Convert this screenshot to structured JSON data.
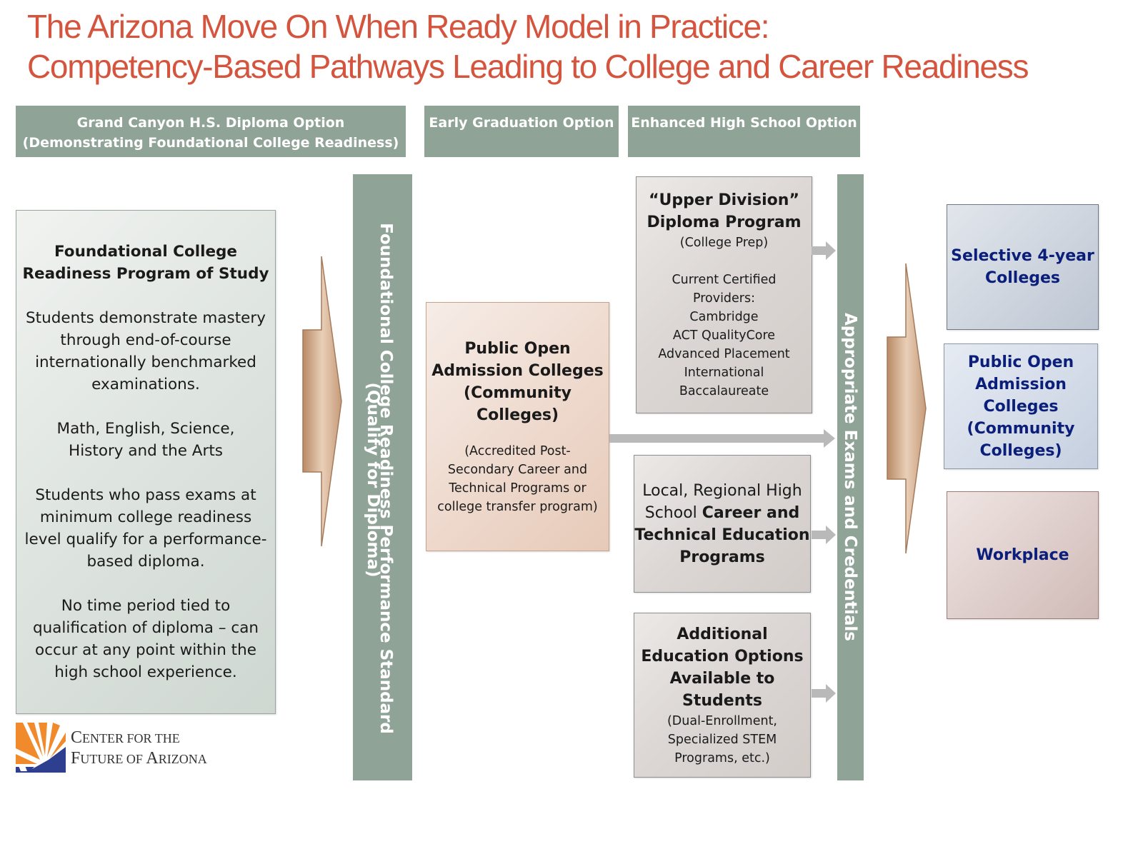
{
  "title": {
    "line1": "The Arizona Move On When Ready Model in Practice:",
    "line2": "Competency-Based Pathways Leading to College and Career Readiness"
  },
  "headers": {
    "grand_canyon": {
      "line1": "Grand Canyon  H.S. Diploma Option",
      "line2": "(Demonstrating Foundational College Readiness)"
    },
    "early_graduation": "Early Graduation Option",
    "enhanced": "Enhanced High School Option"
  },
  "foundational_box": {
    "title1": "Foundational College",
    "title2": "Readiness Program of Study",
    "para1": [
      "Students demonstrate mastery",
      "through end-of-course",
      "internationally benchmarked",
      "examinations."
    ],
    "para2": [
      "Math, English, Science,",
      "History and the Arts"
    ],
    "para3": [
      "Students who pass exams at",
      "minimum college readiness",
      "level qualify for a performance-",
      "based diploma."
    ],
    "para4": [
      "No time period tied to",
      "qualification of diploma – can",
      "occur at any point within the",
      "high school experience."
    ]
  },
  "vertical_bar_1": {
    "line1": "Foundational College Readiness Performance Standard",
    "line2": "(Qualify for Diploma)"
  },
  "community_box": {
    "title": [
      "Public Open",
      "Admission Colleges",
      "(Community",
      "Colleges)"
    ],
    "note": [
      "(Accredited Post-",
      "Secondary Career and",
      "Technical Programs or",
      "college transfer program)"
    ]
  },
  "upper_division_box": {
    "title": [
      "“Upper Division”",
      "Diploma Program"
    ],
    "subtitle": "(College Prep)",
    "list": [
      "Current Certified",
      "Providers:",
      "Cambridge",
      "ACT QualityCore",
      "Advanced Placement",
      "International",
      "Baccalaureate"
    ]
  },
  "cte_box": {
    "line1": "Local, Regional High",
    "line2a": "School ",
    "line2b": "Career and",
    "line3": "Technical Education",
    "line4": "Programs"
  },
  "additional_box": {
    "title": [
      "Additional",
      "Education Options",
      "Available to",
      "Students"
    ],
    "note": [
      "(Dual-Enrollment,",
      "Specialized STEM",
      "Programs, etc.)"
    ]
  },
  "vertical_bar_2": "Appropriate Exams and Credentials",
  "outcomes": {
    "selective": [
      "Selective 4-year",
      "Colleges"
    ],
    "community": [
      "Public Open",
      "Admission",
      "Colleges",
      "(Community",
      "Colleges)"
    ],
    "workplace": "Workplace"
  },
  "logo": {
    "line1a": "C",
    "line1b": "ENTER FOR THE",
    "line2a": "F",
    "line2b": "UTURE OF ",
    "line2c": "A",
    "line2d": "RIZONA"
  },
  "colors": {
    "title": "#d4543d",
    "header_bar": "#8fa397",
    "outcome_text": "#0b1f7a",
    "arrow": "#c9a07e"
  }
}
